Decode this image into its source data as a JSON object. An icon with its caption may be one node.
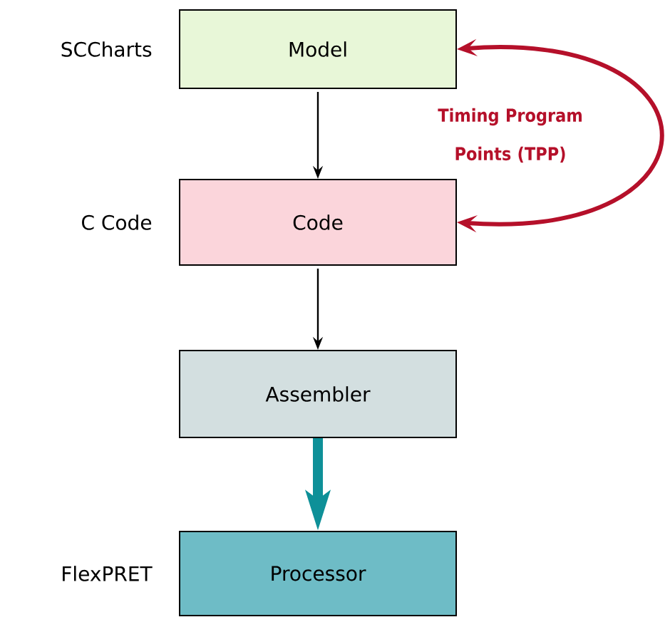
{
  "diagram": {
    "nodes": [
      {
        "text": [
          "Model"
        ],
        "beside": [
          "SCCharts"
        ]
      },
      {
        "text": [
          "Code"
        ],
        "beside": [
          "C Code"
        ]
      },
      {
        "text": [
          "Assembler"
        ]
      },
      {
        "text": [
          "Processor"
        ],
        "beside": [
          "FlexPRET"
        ]
      }
    ],
    "edges": [
      {
        "from": 0,
        "to": 1,
        "arrow": "to"
      },
      {
        "from": 1,
        "to": 2,
        "arrow": "to"
      },
      {
        "from": 2,
        "to": 3,
        "arrow": "to",
        "style": "thick",
        "color": "#0e9098"
      },
      {
        "from": 0,
        "to": 1,
        "arrow": "both",
        "label": "Timing Program Points (TPP)",
        "style": "thick",
        "color": "#b5102a"
      }
    ]
  }
}
